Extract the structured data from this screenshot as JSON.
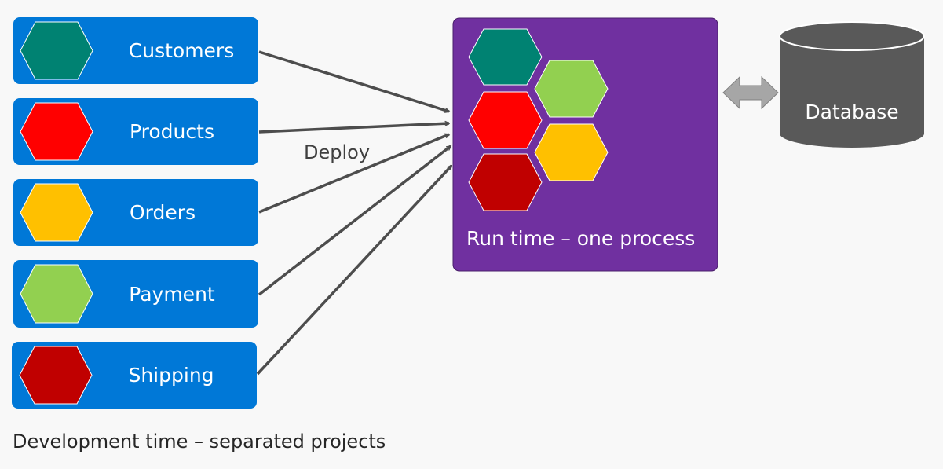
{
  "modules": [
    {
      "label": "Customers",
      "color": "#008272"
    },
    {
      "label": "Products",
      "color": "#ff0000"
    },
    {
      "label": "Orders",
      "color": "#ffc000"
    },
    {
      "label": "Payment",
      "color": "#92d050"
    },
    {
      "label": "Shipping",
      "color": "#c00000"
    }
  ],
  "arrow_label": "Deploy",
  "runtime": {
    "label": "Run time – one process",
    "background": "#7030a0"
  },
  "database": {
    "label": "Database",
    "color": "#595959"
  },
  "caption": "Development time – separated projects",
  "colors": {
    "module_box": "#0078d7",
    "arrow": "#4d4d4d",
    "double_arrow": "#a6a6a6"
  }
}
